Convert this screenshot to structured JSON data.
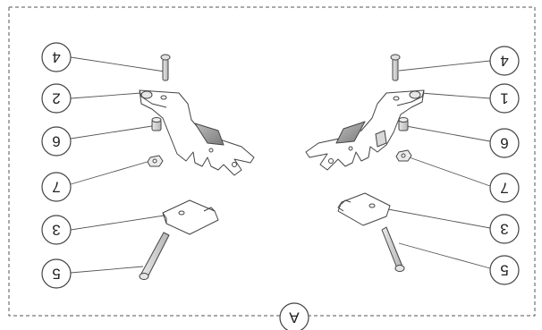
{
  "figure": {
    "panel_label": "A",
    "callouts_left": [
      "4",
      "2",
      "6",
      "7",
      "3",
      "5"
    ],
    "callouts_right": [
      "4",
      "1",
      "6",
      "7",
      "3",
      "5"
    ]
  },
  "colors": {
    "outline": "#444444",
    "border": "#555555",
    "part_fill": "#ffffff",
    "pad_fill": "#9a9a9a"
  }
}
